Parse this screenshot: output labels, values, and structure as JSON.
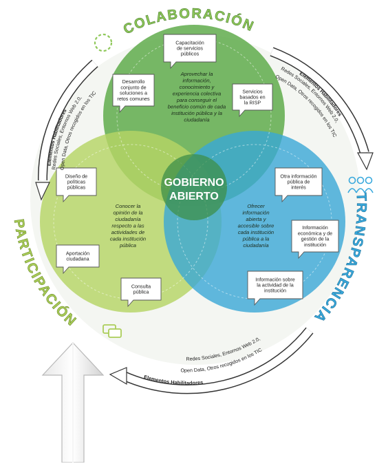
{
  "colors": {
    "colaboracion": "#5aa846",
    "participacion": "#b6d465",
    "transparencia": "#3aa8d6",
    "center": "#3e8f4a",
    "title_colaboracion": "#8fc85a",
    "title_participacion": "#aacd58",
    "title_transparencia": "#39a9dd"
  },
  "center": {
    "line1": "GOBIERNO",
    "line2": "ABIERTO"
  },
  "titles": {
    "colaboracion": "COLABORACIÓN",
    "participacion": "PARTICIPACIÓN",
    "transparencia": "TRANSPARENCIA"
  },
  "colaboracion": {
    "description": [
      "Aprovechar la",
      "información,",
      "conocimiento y",
      "experiencia colectiva",
      "para conseguir el",
      "beneficio común de cada",
      "institución pública y la",
      "ciudadanía"
    ],
    "bubbles": [
      {
        "lines": [
          "Capacitación",
          "de servicios",
          "públicos"
        ]
      },
      {
        "lines": [
          "Desarrollo",
          "conjunto de",
          "soluciones a",
          "retos comunes"
        ]
      },
      {
        "lines": [
          "Servicios",
          "basados en",
          "la RISP"
        ]
      }
    ]
  },
  "participacion": {
    "description": [
      "Conocer la",
      "opinión de la",
      "ciudadanía",
      "respecto a las",
      "actividades de",
      "cada institución",
      "pública"
    ],
    "bubbles": [
      {
        "lines": [
          "Diseño de",
          "políticas",
          "públicas"
        ]
      },
      {
        "lines": [
          "Aportación",
          "ciudadana"
        ]
      },
      {
        "lines": [
          "Consulta",
          "pública"
        ]
      }
    ]
  },
  "transparencia": {
    "description": [
      "Ofrecer",
      "información",
      "abierta y",
      "accesible sobre",
      "cada institución",
      "pública a la",
      "ciudadanía"
    ],
    "bubbles": [
      {
        "lines": [
          "Otra información",
          "pública de",
          "interés"
        ]
      },
      {
        "lines": [
          "Información",
          "económica y de",
          "gestión de la",
          "institución"
        ]
      },
      {
        "lines": [
          "Información sobre",
          "la actividad de la",
          "institución"
        ]
      }
    ]
  },
  "enablers": {
    "label": "Elementos Habilitadores",
    "text_a": "Redes Sociales, Entornos Web 2.0,",
    "text_b": "Open Data, Otros recogidos en los TIC"
  }
}
